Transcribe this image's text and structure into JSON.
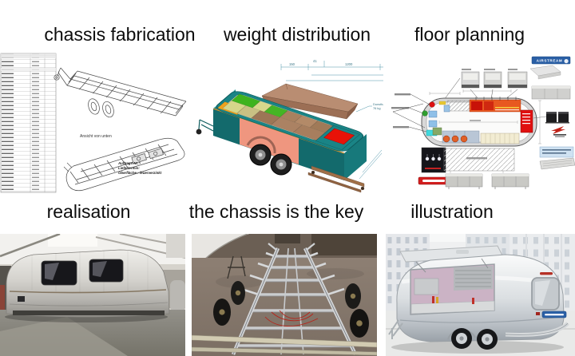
{
  "collage": {
    "background": "#ffffff",
    "titles": {
      "chassis_fabrication": "chassis fabrication",
      "weight_distribution": "weight distribution",
      "floor_planning": "floor planning",
      "realisation": "realisation",
      "chassis_key": "the chassis is the key",
      "illustration": "illustration"
    }
  },
  "chassis_drawing": {
    "view_label": "Ansicht von unten",
    "order_label": "Auftrags-Nr.:",
    "delivery_label": "Liefertermin:",
    "surface_label": "Oberfläche : feuerverzinkt"
  },
  "weight_render": {
    "dim_1": "150",
    "dim_2": "41",
    "dim_3": "1200",
    "callout_line1": "Dunsthaube",
    "callout_line2": "76 kg",
    "colors": {
      "shell_teal": "#1a8486",
      "block_green": "#3fb31e",
      "block_khaki": "#d8d88c",
      "block_brown": "#a9815f",
      "block_red": "#e81208",
      "block_orange": "#f2a21c",
      "panel_salmon": "#ef967f",
      "hood_brown": "#b98d72"
    }
  },
  "floor_plan": {
    "brand": "AIRSTREAM",
    "colors": {
      "brand_blue": "#2a5fa5",
      "logo_red": "#d31f1f",
      "hot_zone_orange": "#e85820",
      "alert_red": "#e01010",
      "cyan_unit": "#3fd9de"
    }
  }
}
